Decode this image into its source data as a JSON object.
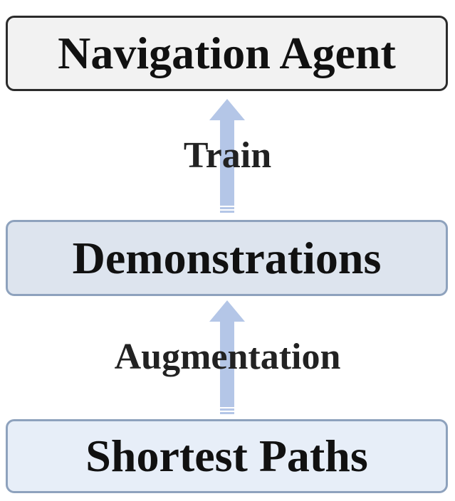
{
  "diagram": {
    "nodes": {
      "top": "Navigation Agent",
      "middle": "Demonstrations",
      "bottom": "Shortest Paths"
    },
    "edges": {
      "middle_to_top": "Train",
      "bottom_to_middle": "Augmentation"
    },
    "colors": {
      "arrow": "#b4c6e7",
      "top_fill": "#f2f2f2",
      "top_border": "#2b2b2b",
      "middle_fill": "#dde4ee",
      "bottom_fill": "#e7eef8",
      "box_border": "#8ea2bd"
    }
  }
}
